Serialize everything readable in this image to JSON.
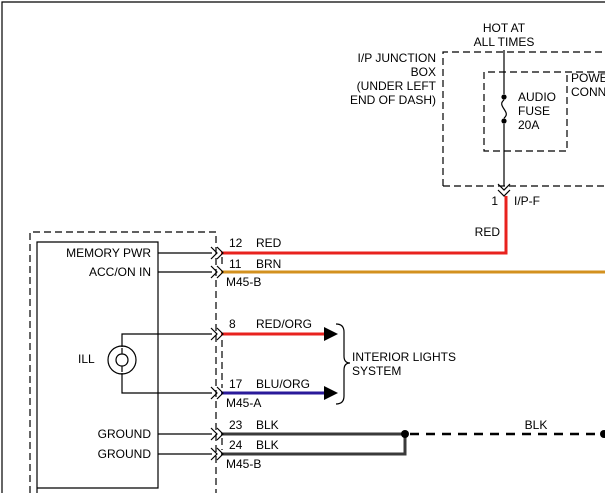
{
  "supply": {
    "hot_label_1": "HOT AT",
    "hot_label_2": "ALL TIMES"
  },
  "junction_box": {
    "line1": "I/P JUNCTION",
    "line2": "BOX",
    "line3": "(UNDER LEFT",
    "line4": "END OF DASH)",
    "right_label_1": "POWE",
    "right_label_2": "CONN"
  },
  "fuse": {
    "line1": "AUDIO",
    "line2": "FUSE",
    "line3": "20A"
  },
  "connector_ip": {
    "pin": "1",
    "name": "I/P-F",
    "wire_color": "RED"
  },
  "module": {
    "pins": [
      {
        "label": "MEMORY PWR"
      },
      {
        "label": "ACC/ON IN"
      },
      {
        "label": "ILL"
      },
      {
        "label": "GROUND"
      },
      {
        "label": "GROUND"
      }
    ]
  },
  "wires": [
    {
      "pin": "12",
      "color_label": "RED",
      "hex": "#e8221e"
    },
    {
      "pin": "11",
      "color_label": "BRN",
      "hex": "#d3911f"
    },
    {
      "pin": "8",
      "color_label": "RED/ORG",
      "hex": "#e8221e"
    },
    {
      "pin": "17",
      "color_label": "BLU/ORG",
      "hex": "#2a1a9a"
    },
    {
      "pin": "23",
      "color_label": "BLK",
      "hex": "#3a3a3a"
    },
    {
      "pin": "24",
      "color_label": "BLK",
      "hex": "#3a3a3a"
    }
  ],
  "connectors": {
    "m45b_upper": "M45-B",
    "m45a": "M45-A",
    "m45b_lower": "M45-B"
  },
  "interior_lights": {
    "line1": "INTERIOR LIGHTS",
    "line2": "SYSTEM"
  },
  "ground_run": {
    "color_label": "BLK"
  }
}
